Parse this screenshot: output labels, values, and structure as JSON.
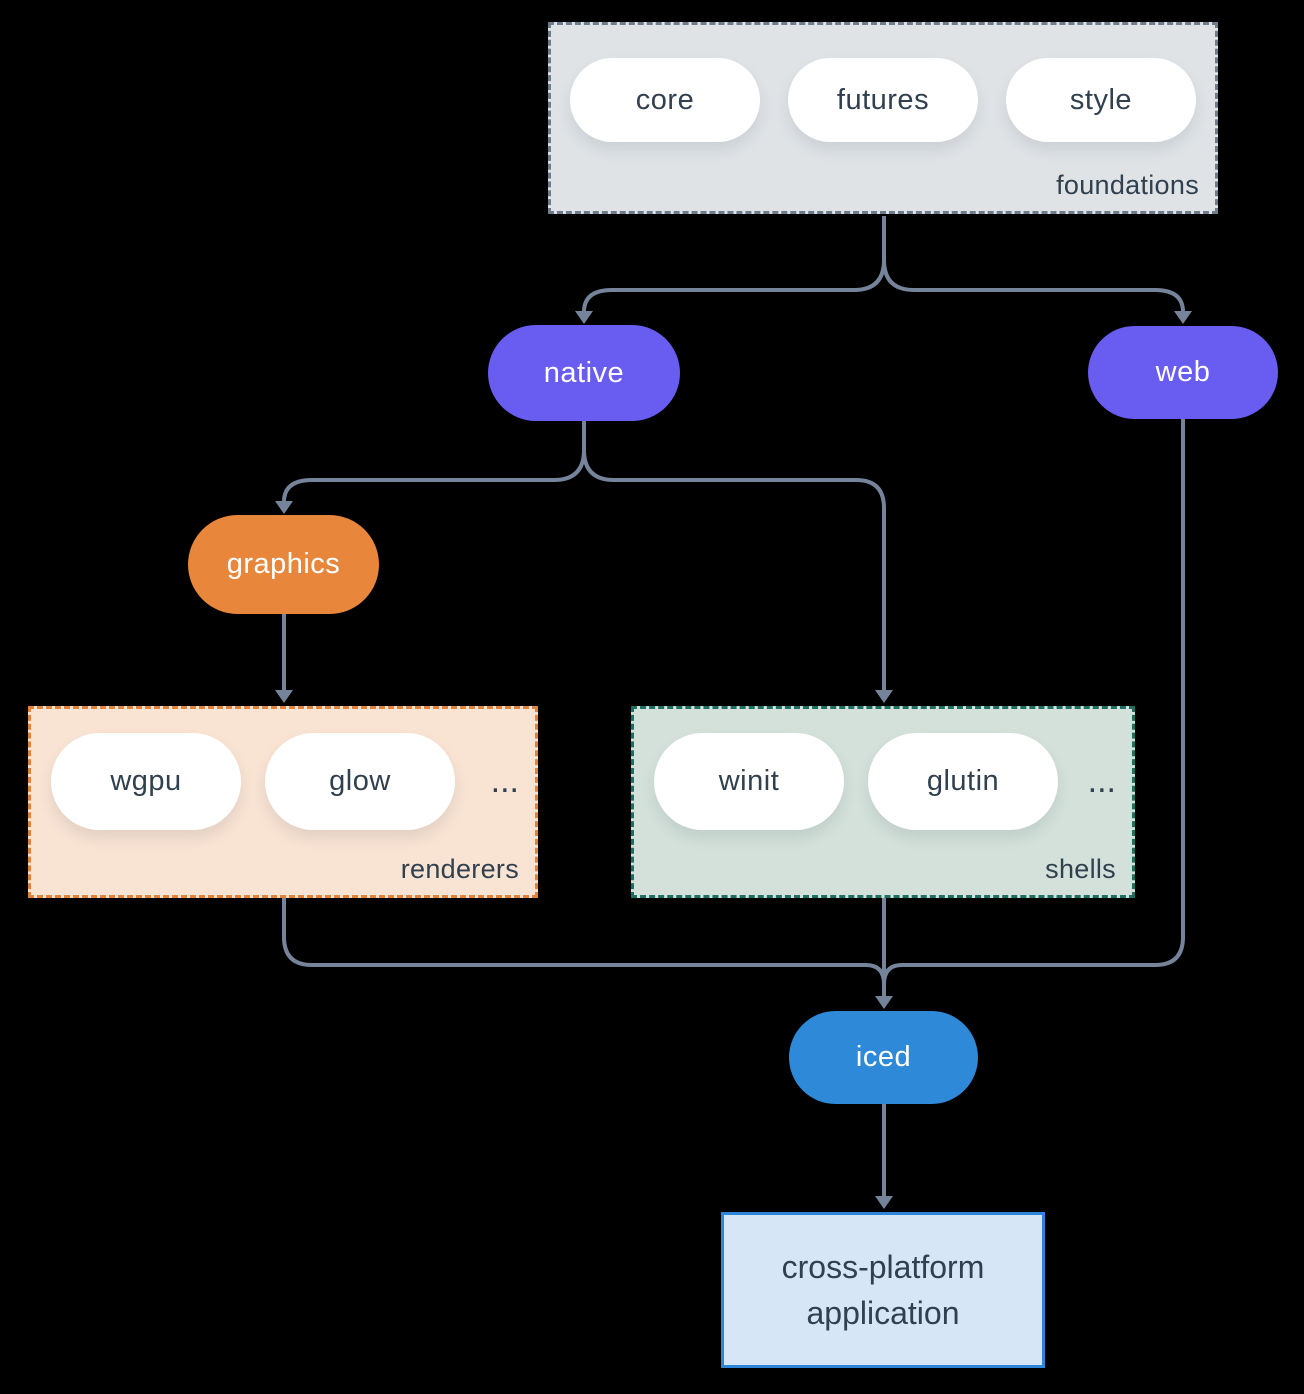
{
  "colors": {
    "background": "#000000",
    "connector": "#76849B",
    "text-dark": "#31404F",
    "pill-white": "#FFFFFF",
    "purple": "#695CF0",
    "orange": "#E8873B",
    "blue": "#2E89D8",
    "foundations-fill": "#DFE3E6",
    "foundations-border": "#6E7C8C",
    "renderers-fill": "#F9E3D3",
    "renderers-border": "#E0813C",
    "shells-fill": "#D3E1DA",
    "shells-border": "#1E6E62",
    "app-fill": "#D6E6F7",
    "app-border": "#2E86D8"
  },
  "groups": {
    "foundations": {
      "label": "foundations",
      "pills": [
        "core",
        "futures",
        "style"
      ]
    },
    "renderers": {
      "label": "renderers",
      "pills": [
        "wgpu",
        "glow"
      ],
      "more": "..."
    },
    "shells": {
      "label": "shells",
      "pills": [
        "winit",
        "glutin"
      ],
      "more": "..."
    }
  },
  "nodes": {
    "native": "native",
    "web": "web",
    "graphics": "graphics",
    "iced": "iced",
    "application": "cross-platform application"
  }
}
